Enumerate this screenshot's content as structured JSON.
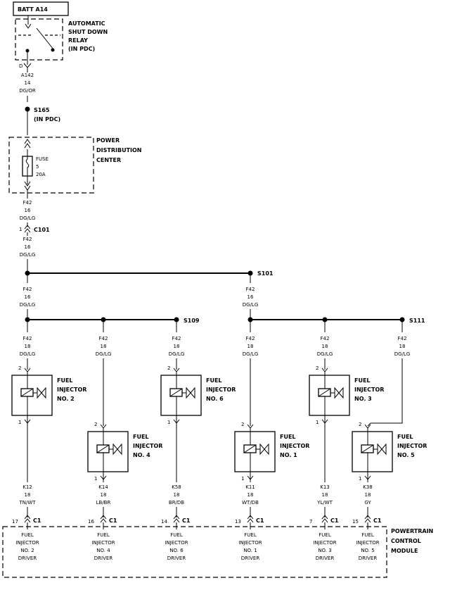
{
  "batt": "BATT A14",
  "relay": {
    "lines": [
      "AUTOMATIC",
      "SHUT DOWN",
      "RELAY",
      "(IN PDC)"
    ],
    "pin": "D"
  },
  "wire_a142": [
    "A142",
    "14",
    "DG/OR"
  ],
  "s165": [
    "S165",
    "(IN PDC)"
  ],
  "pdc": [
    "POWER",
    "DISTRIBUTION",
    "CENTER"
  ],
  "fuse": [
    "FUSE",
    "5",
    "20A"
  ],
  "wire_f42_a": [
    "F42",
    "16",
    "DG/LG"
  ],
  "c101": {
    "pin": "1",
    "name": "C101"
  },
  "wire_f42_b": [
    "F42",
    "16",
    "DG/LG"
  ],
  "s101": "S101",
  "wire_f42_left": [
    "F42",
    "16",
    "DG/LG"
  ],
  "wire_f42_right": [
    "F42",
    "16",
    "DG/LG"
  ],
  "s109": "S109",
  "s111": "S111",
  "injectors": [
    {
      "feed": [
        "F42",
        "18",
        "DG/LG"
      ],
      "top_pin": "2",
      "bottom_pin": "1",
      "label": [
        "FUEL",
        "INJECTOR",
        "NO. 2"
      ],
      "out": [
        "K12",
        "18",
        "TN/WT"
      ],
      "c1_pin": "17",
      "c1": "C1",
      "driver": [
        "FUEL",
        "INJECTOR",
        "NO. 2",
        "DRIVER"
      ]
    },
    {
      "feed": [
        "F42",
        "18",
        "DG/LG"
      ],
      "top_pin": "2",
      "bottom_pin": "1",
      "label": [
        "FUEL",
        "INJECTOR",
        "NO. 4"
      ],
      "out": [
        "K14",
        "18",
        "LB/BR"
      ],
      "c1_pin": "16",
      "c1": "C1",
      "driver": [
        "FUEL",
        "INJECTOR",
        "NO. 4",
        "DRIVER"
      ]
    },
    {
      "feed": [
        "F42",
        "18",
        "DG/LG"
      ],
      "top_pin": "2",
      "bottom_pin": "1",
      "label": [
        "FUEL",
        "INJECTOR",
        "NO. 6"
      ],
      "out": [
        "K58",
        "18",
        "BR/DB"
      ],
      "c1_pin": "14",
      "c1": "C1",
      "driver": [
        "FUEL",
        "INJECTOR",
        "NO. 6",
        "DRIVER"
      ]
    },
    {
      "feed": [
        "F42",
        "18",
        "DG/LG"
      ],
      "top_pin": "2",
      "bottom_pin": "1",
      "label": [
        "FUEL",
        "INJECTOR",
        "NO. 1"
      ],
      "out": [
        "K11",
        "18",
        "WT/DB"
      ],
      "c1_pin": "13",
      "c1": "C1",
      "driver": [
        "FUEL",
        "INJECTOR",
        "NO. 1",
        "DRIVER"
      ]
    },
    {
      "feed": [
        "F42",
        "18",
        "DG/LG"
      ],
      "top_pin": "2",
      "bottom_pin": "1",
      "label": [
        "FUEL",
        "INJECTOR",
        "NO. 3"
      ],
      "out": [
        "K13",
        "18",
        "YL/WT"
      ],
      "c1_pin": "7",
      "c1": "C1",
      "driver": [
        "FUEL",
        "INJECTOR",
        "NO. 3",
        "DRIVER"
      ]
    },
    {
      "feed": [
        "F42",
        "18",
        "DG/LG"
      ],
      "top_pin": "2",
      "bottom_pin": "1",
      "label": [
        "FUEL",
        "INJECTOR",
        "NO. 5"
      ],
      "out": [
        "K38",
        "18",
        "GY"
      ],
      "c1_pin": "15",
      "c1": "C1",
      "driver": [
        "FUEL",
        "INJECTOR",
        "NO. 5",
        "DRIVER"
      ]
    }
  ],
  "pcm": [
    "POWERTRAIN",
    "CONTROL",
    "MODULE"
  ]
}
